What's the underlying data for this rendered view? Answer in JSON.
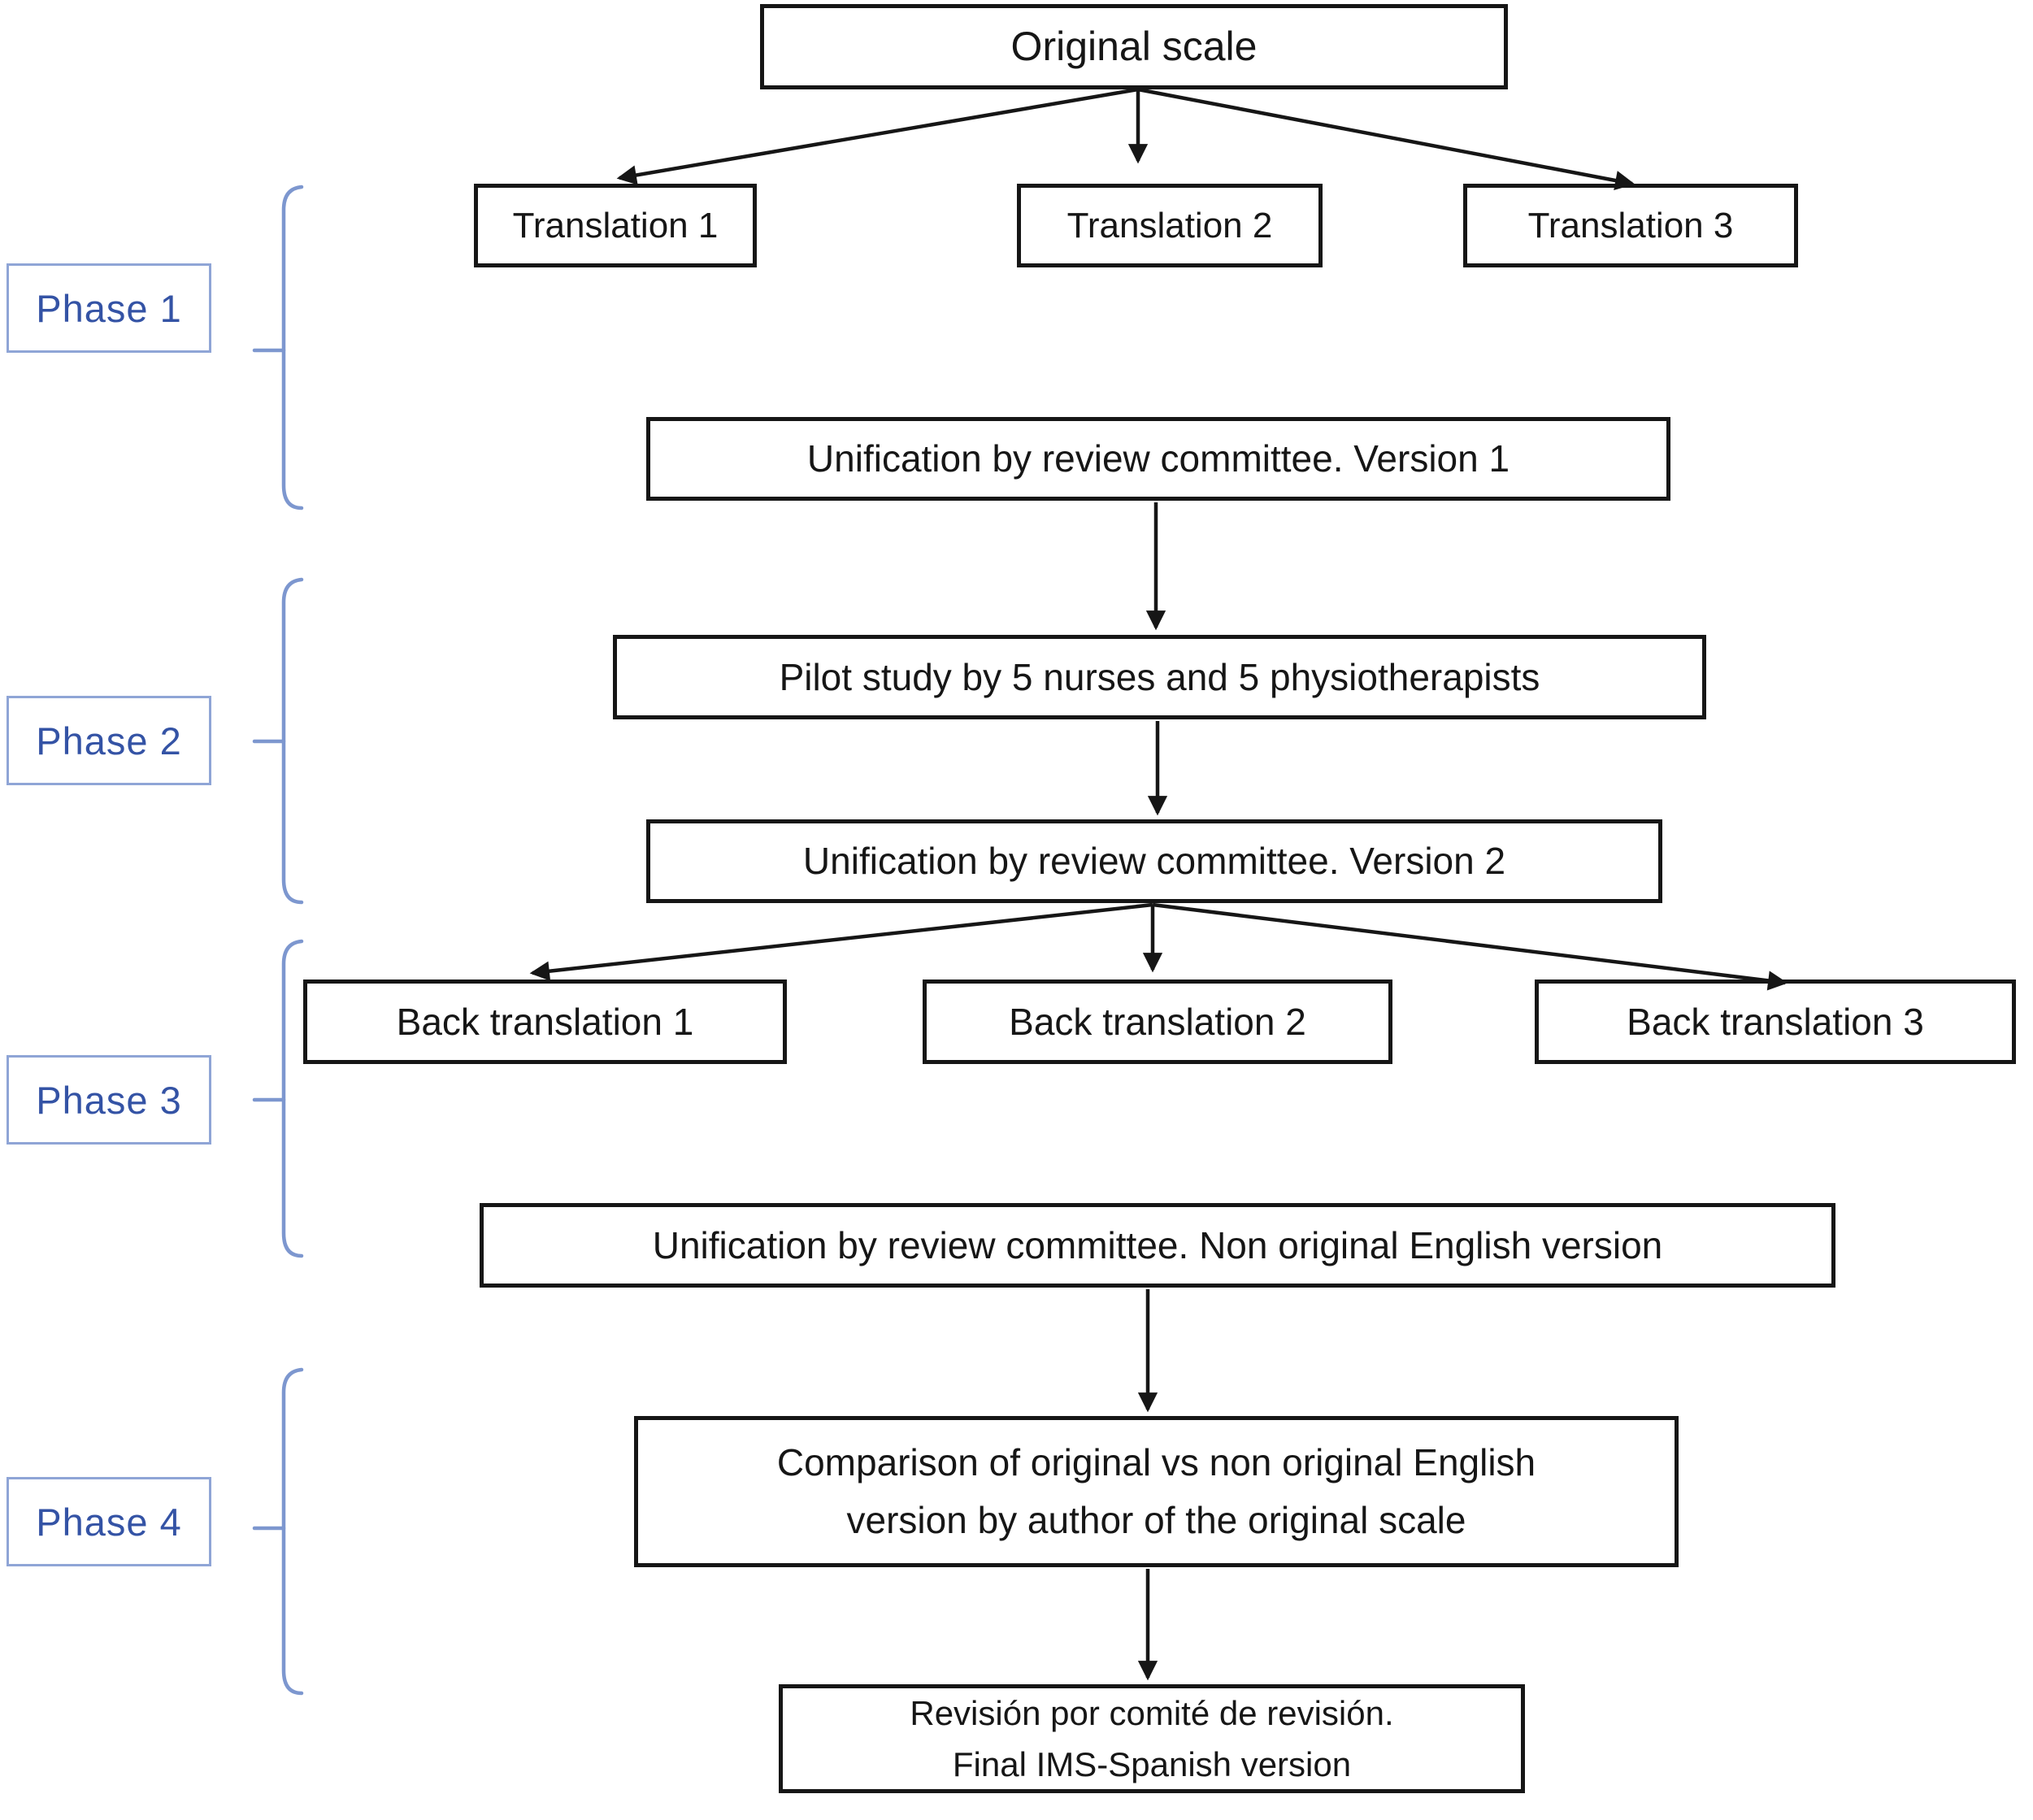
{
  "boxes": {
    "original_scale": {
      "label": "Original scale"
    },
    "translation_1": {
      "label": "Translation 1"
    },
    "translation_2": {
      "label": "Translation 2"
    },
    "translation_3": {
      "label": "Translation 3"
    },
    "unification_v1": {
      "label": "Unification by review committee. Version 1"
    },
    "pilot_study": {
      "label": "Pilot study by 5 nurses and 5 physiotherapists"
    },
    "unification_v2": {
      "label": "Unification by review committee. Version 2"
    },
    "back_translation_1": {
      "label": "Back translation 1"
    },
    "back_translation_2": {
      "label": "Back translation 2"
    },
    "back_translation_3": {
      "label": "Back translation 3"
    },
    "unification_non_original": {
      "label": "Unification by review committee. Non original English version"
    },
    "comparison": {
      "line1": "Comparison of original vs non original English",
      "line2": "version by author of the original scale"
    },
    "final_version": {
      "line1": "Revisión por comité de revisión.",
      "line2": "Final IMS-Spanish version"
    }
  },
  "phases": [
    {
      "label": "Phase 1"
    },
    {
      "label": "Phase 2"
    },
    {
      "label": "Phase 3"
    },
    {
      "label": "Phase 4"
    }
  ],
  "colors": {
    "phase_text": "#3453a5",
    "phase_border": "#8fa5d6",
    "bracket": "#7d97cf",
    "box_border": "#161616",
    "arrow": "#161616"
  }
}
